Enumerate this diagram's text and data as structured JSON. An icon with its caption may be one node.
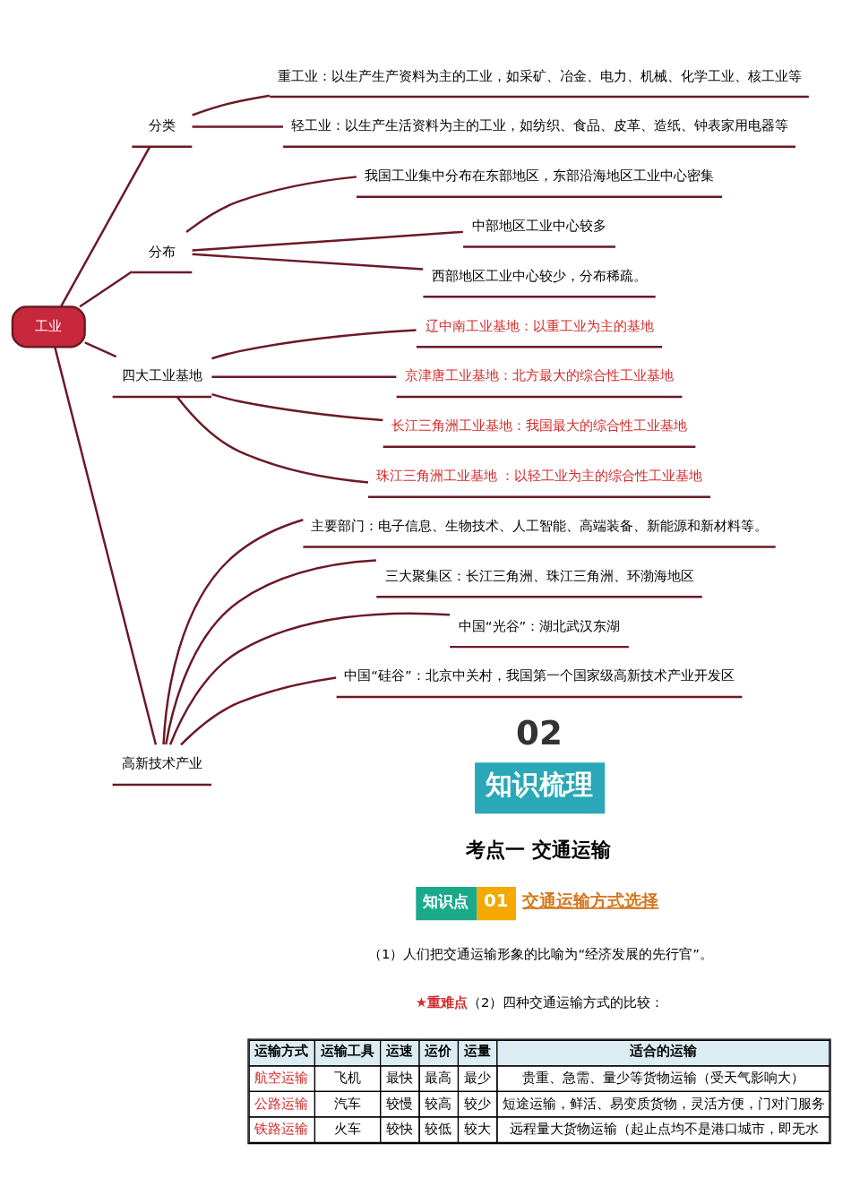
{
  "diagram": {
    "nodes": [
      {
        "text": [
          "工业"
        ]
      },
      {
        "text": [
          "分类"
        ]
      },
      {
        "text": [
          "重工业：以生产生产资料为主的工业，如采矿、冶金、电力、机械、化学工业、核工业等"
        ]
      },
      {
        "text": [
          "轻工业：以生产生活资料为主的工业，如纺织、食品、皮革、造纸、钟表家用电器等"
        ]
      },
      {
        "text": [
          "分布"
        ]
      },
      {
        "text": [
          "我国工业集中分布在东部地区，东部沿海地区工业中心密集"
        ]
      },
      {
        "text": [
          "中部地区工业中心较多"
        ]
      },
      {
        "text": [
          "西部地区工业中心较少，分布稀疏。"
        ]
      },
      {
        "text": [
          "四大工业基地"
        ]
      },
      {
        "text": [
          "辽中南工业基地：以重工业为主的基地"
        ]
      },
      {
        "text": [
          "京津唐工业基地：北方最大的综合性工业基地"
        ]
      },
      {
        "text": [
          "长江三角洲工业基地：我国最大的综合性工业基地"
        ]
      },
      {
        "text": [
          "珠江三角洲工业基地 ：以轻工业为主的综合性工业基地"
        ]
      },
      {
        "text": [
          "高新技术产业"
        ]
      },
      {
        "text": [
          "主要部门：电子信息、生物技术、人工智能、高端装备、新能源和新材料等。"
        ]
      },
      {
        "text": [
          "三大聚集区：长江三角洲、珠江三角洲、环渤海地区"
        ]
      },
      {
        "text": [
          "中国“光谷”：湖北武汉东湖"
        ]
      },
      {
        "text": [
          "中国“硅谷”：北京中关村，我国第一个国家级高新技术产业开发区"
        ]
      }
    ],
    "edges": [
      {
        "from": 0,
        "to": 1,
        "arrow": "none"
      },
      {
        "from": 1,
        "to": 2,
        "arrow": "none"
      },
      {
        "from": 1,
        "to": 3,
        "arrow": "none"
      },
      {
        "from": 0,
        "to": 4,
        "arrow": "none"
      },
      {
        "from": 4,
        "to": 5,
        "arrow": "none"
      },
      {
        "from": 4,
        "to": 6,
        "arrow": "none"
      },
      {
        "from": 4,
        "to": 7,
        "arrow": "none"
      },
      {
        "from": 0,
        "to": 8,
        "arrow": "none"
      },
      {
        "from": 8,
        "to": 9,
        "arrow": "none"
      },
      {
        "from": 8,
        "to": 10,
        "arrow": "none"
      },
      {
        "from": 8,
        "to": 11,
        "arrow": "none"
      },
      {
        "from": 8,
        "to": 12,
        "arrow": "none"
      },
      {
        "from": 0,
        "to": 13,
        "arrow": "none"
      },
      {
        "from": 13,
        "to": 14,
        "arrow": "none"
      },
      {
        "from": 13,
        "to": 15,
        "arrow": "none"
      },
      {
        "from": 13,
        "to": 16,
        "arrow": "none"
      },
      {
        "from": 13,
        "to": 17,
        "arrow": "none"
      }
    ],
    "labels": [
      "02",
      "知识梳理",
      "考点一 交通运输",
      "知识点",
      "01",
      "交通运输方式选择",
      "（1）人们把交通运输形象的比喻为“经济发展的先行官”。",
      "★重难点",
      "（2）四种交通运输方式的比较：",
      "运输方式",
      "运输工具",
      "运速",
      "运价",
      "运量",
      "适合的运输",
      "航空运输",
      "飞机",
      "最快",
      "最高",
      "最少",
      "贵重、急需、量少等货物运输（受天气影响大）",
      "公路运输",
      "汽车",
      "较慢",
      "较高",
      "较少",
      "短途运输，鲜活、易变质货物，灵活方便，门对门服务",
      "铁路运输",
      "火车",
      "较快",
      "较低",
      "较大",
      "远程量大货物运输（起止点均不是港口城市，即无水"
    ]
  }
}
